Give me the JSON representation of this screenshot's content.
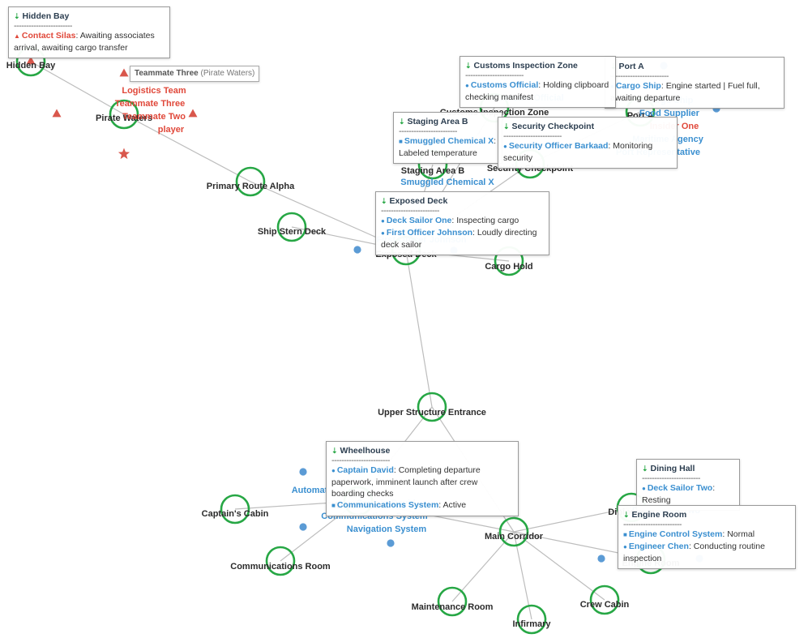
{
  "colors": {
    "edge": "#bdbdbd",
    "ring": "#27a745",
    "node_label": "#2b2b2b",
    "blue_entity": "#3a8fd0",
    "blue_dot": "#5b9bd5",
    "red_entity": "#e0483a",
    "red_marker": "#d9574c"
  },
  "rooms": [
    {
      "id": "hidden-bay",
      "label": "Hidden Bay"
    },
    {
      "id": "pirate-waters",
      "label": "Pirate Waters"
    },
    {
      "id": "primary-route-alpha",
      "label": "Primary Route Alpha"
    },
    {
      "id": "ship-stern-deck",
      "label": "Ship Stern Deck"
    },
    {
      "id": "exposed-deck",
      "label": "Exposed Deck"
    },
    {
      "id": "cargo-hold",
      "label": "Cargo Hold"
    },
    {
      "id": "staging-area-b",
      "label": "Staging Area B"
    },
    {
      "id": "customs-inspection-zone",
      "label": "Customs Inspection Zone"
    },
    {
      "id": "security-checkpoint",
      "label": "Security Checkpoint"
    },
    {
      "id": "port-a",
      "label": "Port A"
    },
    {
      "id": "upper-structure-entrance",
      "label": "Upper Structure Entrance"
    },
    {
      "id": "wheelhouse",
      "label": "Wheelhouse"
    },
    {
      "id": "captains-cabin",
      "label": "Captain's Cabin"
    },
    {
      "id": "communications-room",
      "label": "Communications Room"
    },
    {
      "id": "main-corridor",
      "label": "Main Corridor"
    },
    {
      "id": "dining-hall",
      "label": "Dining Hall"
    },
    {
      "id": "engine-room",
      "label": "Engine Room"
    },
    {
      "id": "maintenance-room",
      "label": "Maintenance Room"
    },
    {
      "id": "infirmary",
      "label": "Infirmary"
    },
    {
      "id": "crew-cabin",
      "label": "Crew Cabin"
    }
  ],
  "edges": [
    [
      "hidden-bay",
      "pirate-waters"
    ],
    [
      "pirate-waters",
      "primary-route-alpha"
    ],
    [
      "primary-route-alpha",
      "exposed-deck"
    ],
    [
      "ship-stern-deck",
      "exposed-deck"
    ],
    [
      "exposed-deck",
      "cargo-hold"
    ],
    [
      "exposed-deck",
      "staging-area-b"
    ],
    [
      "exposed-deck",
      "security-checkpoint"
    ],
    [
      "exposed-deck",
      "customs-inspection-zone"
    ],
    [
      "security-checkpoint",
      "port-a"
    ],
    [
      "exposed-deck",
      "upper-structure-entrance"
    ],
    [
      "upper-structure-entrance",
      "wheelhouse"
    ],
    [
      "upper-structure-entrance",
      "main-corridor"
    ],
    [
      "wheelhouse",
      "captains-cabin"
    ],
    [
      "wheelhouse",
      "communications-room"
    ],
    [
      "wheelhouse",
      "main-corridor"
    ],
    [
      "main-corridor",
      "dining-hall"
    ],
    [
      "main-corridor",
      "engine-room"
    ],
    [
      "main-corridor",
      "maintenance-room"
    ],
    [
      "main-corridor",
      "infirmary"
    ],
    [
      "main-corridor",
      "crew-cabin"
    ]
  ],
  "entity_labels": [
    {
      "id": "logistics-team",
      "text": "Logistics Team",
      "color": "red"
    },
    {
      "id": "teammate-three",
      "text": "Teammate Three",
      "color": "red"
    },
    {
      "id": "teammate-two",
      "text": "Teammate Two",
      "color": "red"
    },
    {
      "id": "player",
      "text": "player",
      "color": "red"
    },
    {
      "id": "smuggled-chemical-x",
      "text": "Smuggled Chemical X",
      "color": "blue"
    },
    {
      "id": "customs-official",
      "text": "Customs Official",
      "color": "blue"
    },
    {
      "id": "cargo-ship",
      "text": "Cargo Ship",
      "color": "blue"
    },
    {
      "id": "food-supplier",
      "text": "Food Supplier",
      "color": "blue"
    },
    {
      "id": "insider-one",
      "text": "Insider One",
      "color": "red"
    },
    {
      "id": "maritime-agency",
      "text": "Maritime Agency",
      "color": "blue"
    },
    {
      "id": "port-representative",
      "text": "Port Representative",
      "color": "blue"
    },
    {
      "id": "first-officer-johnson",
      "text": "First Officer Johnson",
      "color": "blue"
    },
    {
      "id": "automation",
      "text": "Automat",
      "color": "blue"
    },
    {
      "id": "captain-david",
      "text": "Captain David",
      "color": "blue"
    },
    {
      "id": "communications-system",
      "text": "Communications System",
      "color": "blue"
    },
    {
      "id": "navigation-system",
      "text": "Navigation System",
      "color": "blue"
    },
    {
      "id": "deck-sailor-two",
      "text": "Deck Sailor Two",
      "color": "blue"
    }
  ],
  "tooltips": {
    "hidden_bay": {
      "title": "Hidden Bay",
      "separator": "------------------------",
      "entries": [
        {
          "marker": "▲",
          "name": "Contact Silas",
          "text": ": Awaiting associates arrival, awaiting cargo transfer",
          "color": "red"
        }
      ]
    },
    "player": {
      "name": "Teammate Three",
      "detail": " (Pirate Waters)"
    },
    "customs": {
      "title": "Customs Inspection Zone",
      "separator": "------------------------",
      "entries": [
        {
          "marker": "●",
          "name": "Customs Official",
          "text": ": Holding clipboard checking manifest",
          "color": "blue"
        }
      ]
    },
    "port_a": {
      "title": "Port A",
      "separator": "------------------------",
      "entries": [
        {
          "marker": "●",
          "name": "Cargo Ship",
          "text": ": Engine started | Fuel full, awaiting departure",
          "color": "blue"
        }
      ]
    },
    "staging": {
      "title": "Staging Area B",
      "separator": "------------------------",
      "entries": [
        {
          "marker": "■",
          "name": "Smuggled Chemical X",
          "text": ": Labeled temperature",
          "color": "blue"
        }
      ]
    },
    "security": {
      "title": "Security Checkpoint",
      "separator": "------------------------",
      "entries": [
        {
          "marker": "●",
          "name": "Security Officer Barkaad",
          "text": ": Monitoring security",
          "color": "blue"
        }
      ]
    },
    "exposed": {
      "title": "Exposed Deck",
      "separator": "------------------------",
      "entries": [
        {
          "marker": "●",
          "name": "Deck Sailor One",
          "text": ": Inspecting cargo",
          "color": "blue"
        },
        {
          "marker": "●",
          "name": "First Officer Johnson",
          "text": ": Loudly directing deck sailor",
          "color": "blue"
        }
      ]
    },
    "wheelhouse": {
      "title": "Wheelhouse",
      "separator": "------------------------",
      "entries": [
        {
          "marker": "●",
          "name": "Captain David",
          "text": ": Completing departure paperwork, imminent launch after crew boarding checks",
          "color": "blue"
        },
        {
          "marker": "■",
          "name": "Communications System",
          "text": ": Active",
          "color": "blue"
        }
      ]
    },
    "dining": {
      "title": "Dining Hall",
      "separator": "------------------------",
      "entries": [
        {
          "marker": "●",
          "name": "Deck Sailor Two",
          "text": ": Resting",
          "color": "blue"
        }
      ]
    },
    "engine": {
      "title": "Engine Room",
      "separator": "------------------------",
      "entries": [
        {
          "marker": "■",
          "name": "Engine Control System",
          "text": ": Normal",
          "color": "blue"
        },
        {
          "marker": "●",
          "name": "Engineer Chen",
          "text": ": Conducting routine inspection",
          "color": "blue"
        }
      ]
    }
  }
}
